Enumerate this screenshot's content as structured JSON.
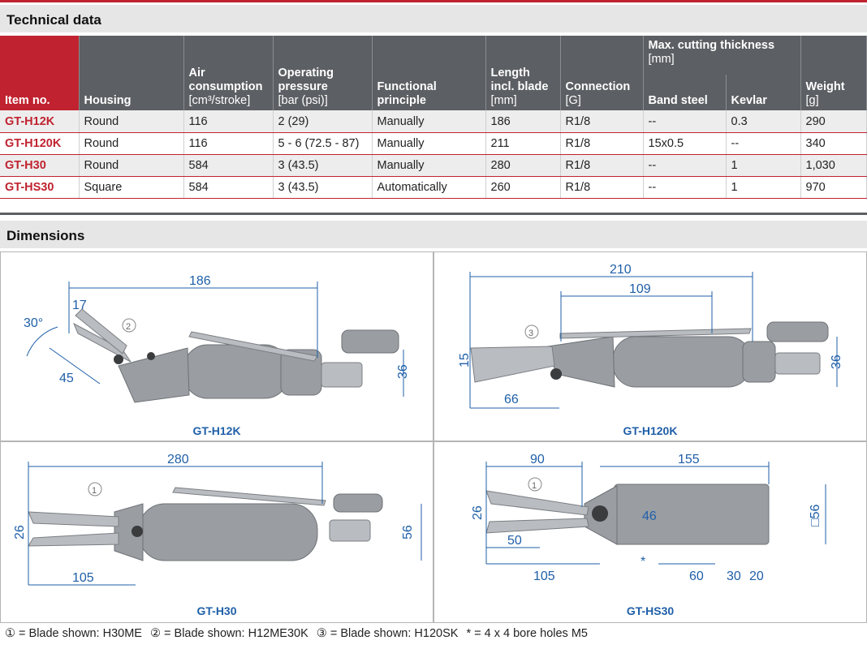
{
  "sections": {
    "technical_data": "Technical data",
    "dimensions": "Dimensions"
  },
  "table": {
    "headers": {
      "item_no": "Item no.",
      "housing": "Housing",
      "air_consumption": "Air consumption",
      "air_consumption_unit": "[cm³/stroke]",
      "operating_pressure": "Operating pressure",
      "operating_pressure_unit": "[bar (psi)]",
      "functional_principle": "Functional principle",
      "length": "Length incl. blade",
      "length_unit": "[mm]",
      "connection": "Connection",
      "connection_unit": "[G]",
      "max_cutting": "Max. cutting thickness",
      "max_cutting_unit": "[mm]",
      "band_steel": "Band steel",
      "kevlar": "Kevlar",
      "weight": "Weight",
      "weight_unit": "[g]"
    },
    "rows": [
      {
        "item": "GT-H12K",
        "housing": "Round",
        "air": "116",
        "pressure": "2 (29)",
        "principle": "Manually",
        "length": "186",
        "connection": "R1/8",
        "band_steel": "--",
        "kevlar": "0.3",
        "weight": "290"
      },
      {
        "item": "GT-H120K",
        "housing": "Round",
        "air": "116",
        "pressure": "5 - 6 (72.5 - 87)",
        "principle": "Manually",
        "length": "211",
        "connection": "R1/8",
        "band_steel": "15x0.5",
        "kevlar": "--",
        "weight": "340"
      },
      {
        "item": "GT-H30",
        "housing": "Round",
        "air": "584",
        "pressure": "3 (43.5)",
        "principle": "Manually",
        "length": "280",
        "connection": "R1/8",
        "band_steel": "--",
        "kevlar": "1",
        "weight": "1,030"
      },
      {
        "item": "GT-HS30",
        "housing": "Square",
        "air": "584",
        "pressure": "3 (43.5)",
        "principle": "Automatically",
        "length": "260",
        "connection": "R1/8",
        "band_steel": "--",
        "kevlar": "1",
        "weight": "970"
      }
    ]
  },
  "drawings": {
    "p1": {
      "label": "GT-H12K",
      "dims": [
        "186",
        "30°",
        "17",
        "45",
        "36",
        "2"
      ]
    },
    "p2": {
      "label": "GT-H120K",
      "dims": [
        "210",
        "109",
        "15",
        "66",
        "36",
        "3"
      ]
    },
    "p3": {
      "label": "GT-H30",
      "dims": [
        "280",
        "26",
        "105",
        "56",
        "1"
      ]
    },
    "p4": {
      "label": "GT-HS30",
      "dims": [
        "90",
        "155",
        "26",
        "46",
        "50",
        "105",
        "60",
        "30",
        "20",
        "□56",
        "1",
        "*"
      ]
    }
  },
  "footnote": {
    "n1": "① = Blade shown: H30ME",
    "n2": "② = Blade shown: H12ME30K",
    "n3": "③ = Blade shown: H120SK",
    "n4": "* = 4 x 4 bore holes M5"
  }
}
